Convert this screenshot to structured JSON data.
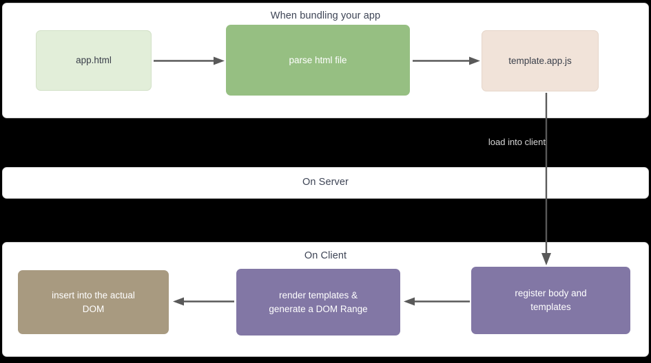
{
  "diagram": {
    "title": "When bundling your app",
    "background_color": "#000000",
    "panel_color": "#ffffff",
    "arrow_color": "#595959"
  },
  "sections": {
    "bundling": {
      "title": "When bundling your app",
      "nodes": [
        {
          "id": "app-html",
          "label": "app.html",
          "color": "#e2eed9",
          "text_color": "#3a3f4a"
        },
        {
          "id": "parse-html",
          "label": "parse html file",
          "color": "#96bf82",
          "text_color": "#ffffff"
        },
        {
          "id": "template-js",
          "label": "template.app.js",
          "color": "#f1e3d9",
          "text_color": "#3a3f4a"
        }
      ]
    },
    "server": {
      "title": "On Server"
    },
    "client": {
      "title": "On Client",
      "nodes": [
        {
          "id": "register-body",
          "label": "register body and\ntemplates",
          "color": "#8277a5",
          "text_color": "#ffffff"
        },
        {
          "id": "render-templates",
          "label": "render templates &\ngenerate a DOM Range",
          "color": "#8277a5",
          "text_color": "#ffffff"
        },
        {
          "id": "insert-dom",
          "label": "insert into the actual\nDOM",
          "color": "#a89a80",
          "text_color": "#ffffff"
        }
      ]
    }
  },
  "edges": {
    "app_to_parse": {
      "label": ""
    },
    "parse_to_template": {
      "label": ""
    },
    "template_to_register": {
      "label": "load into client"
    },
    "register_to_render": {
      "label": ""
    },
    "render_to_insert": {
      "label": ""
    }
  }
}
